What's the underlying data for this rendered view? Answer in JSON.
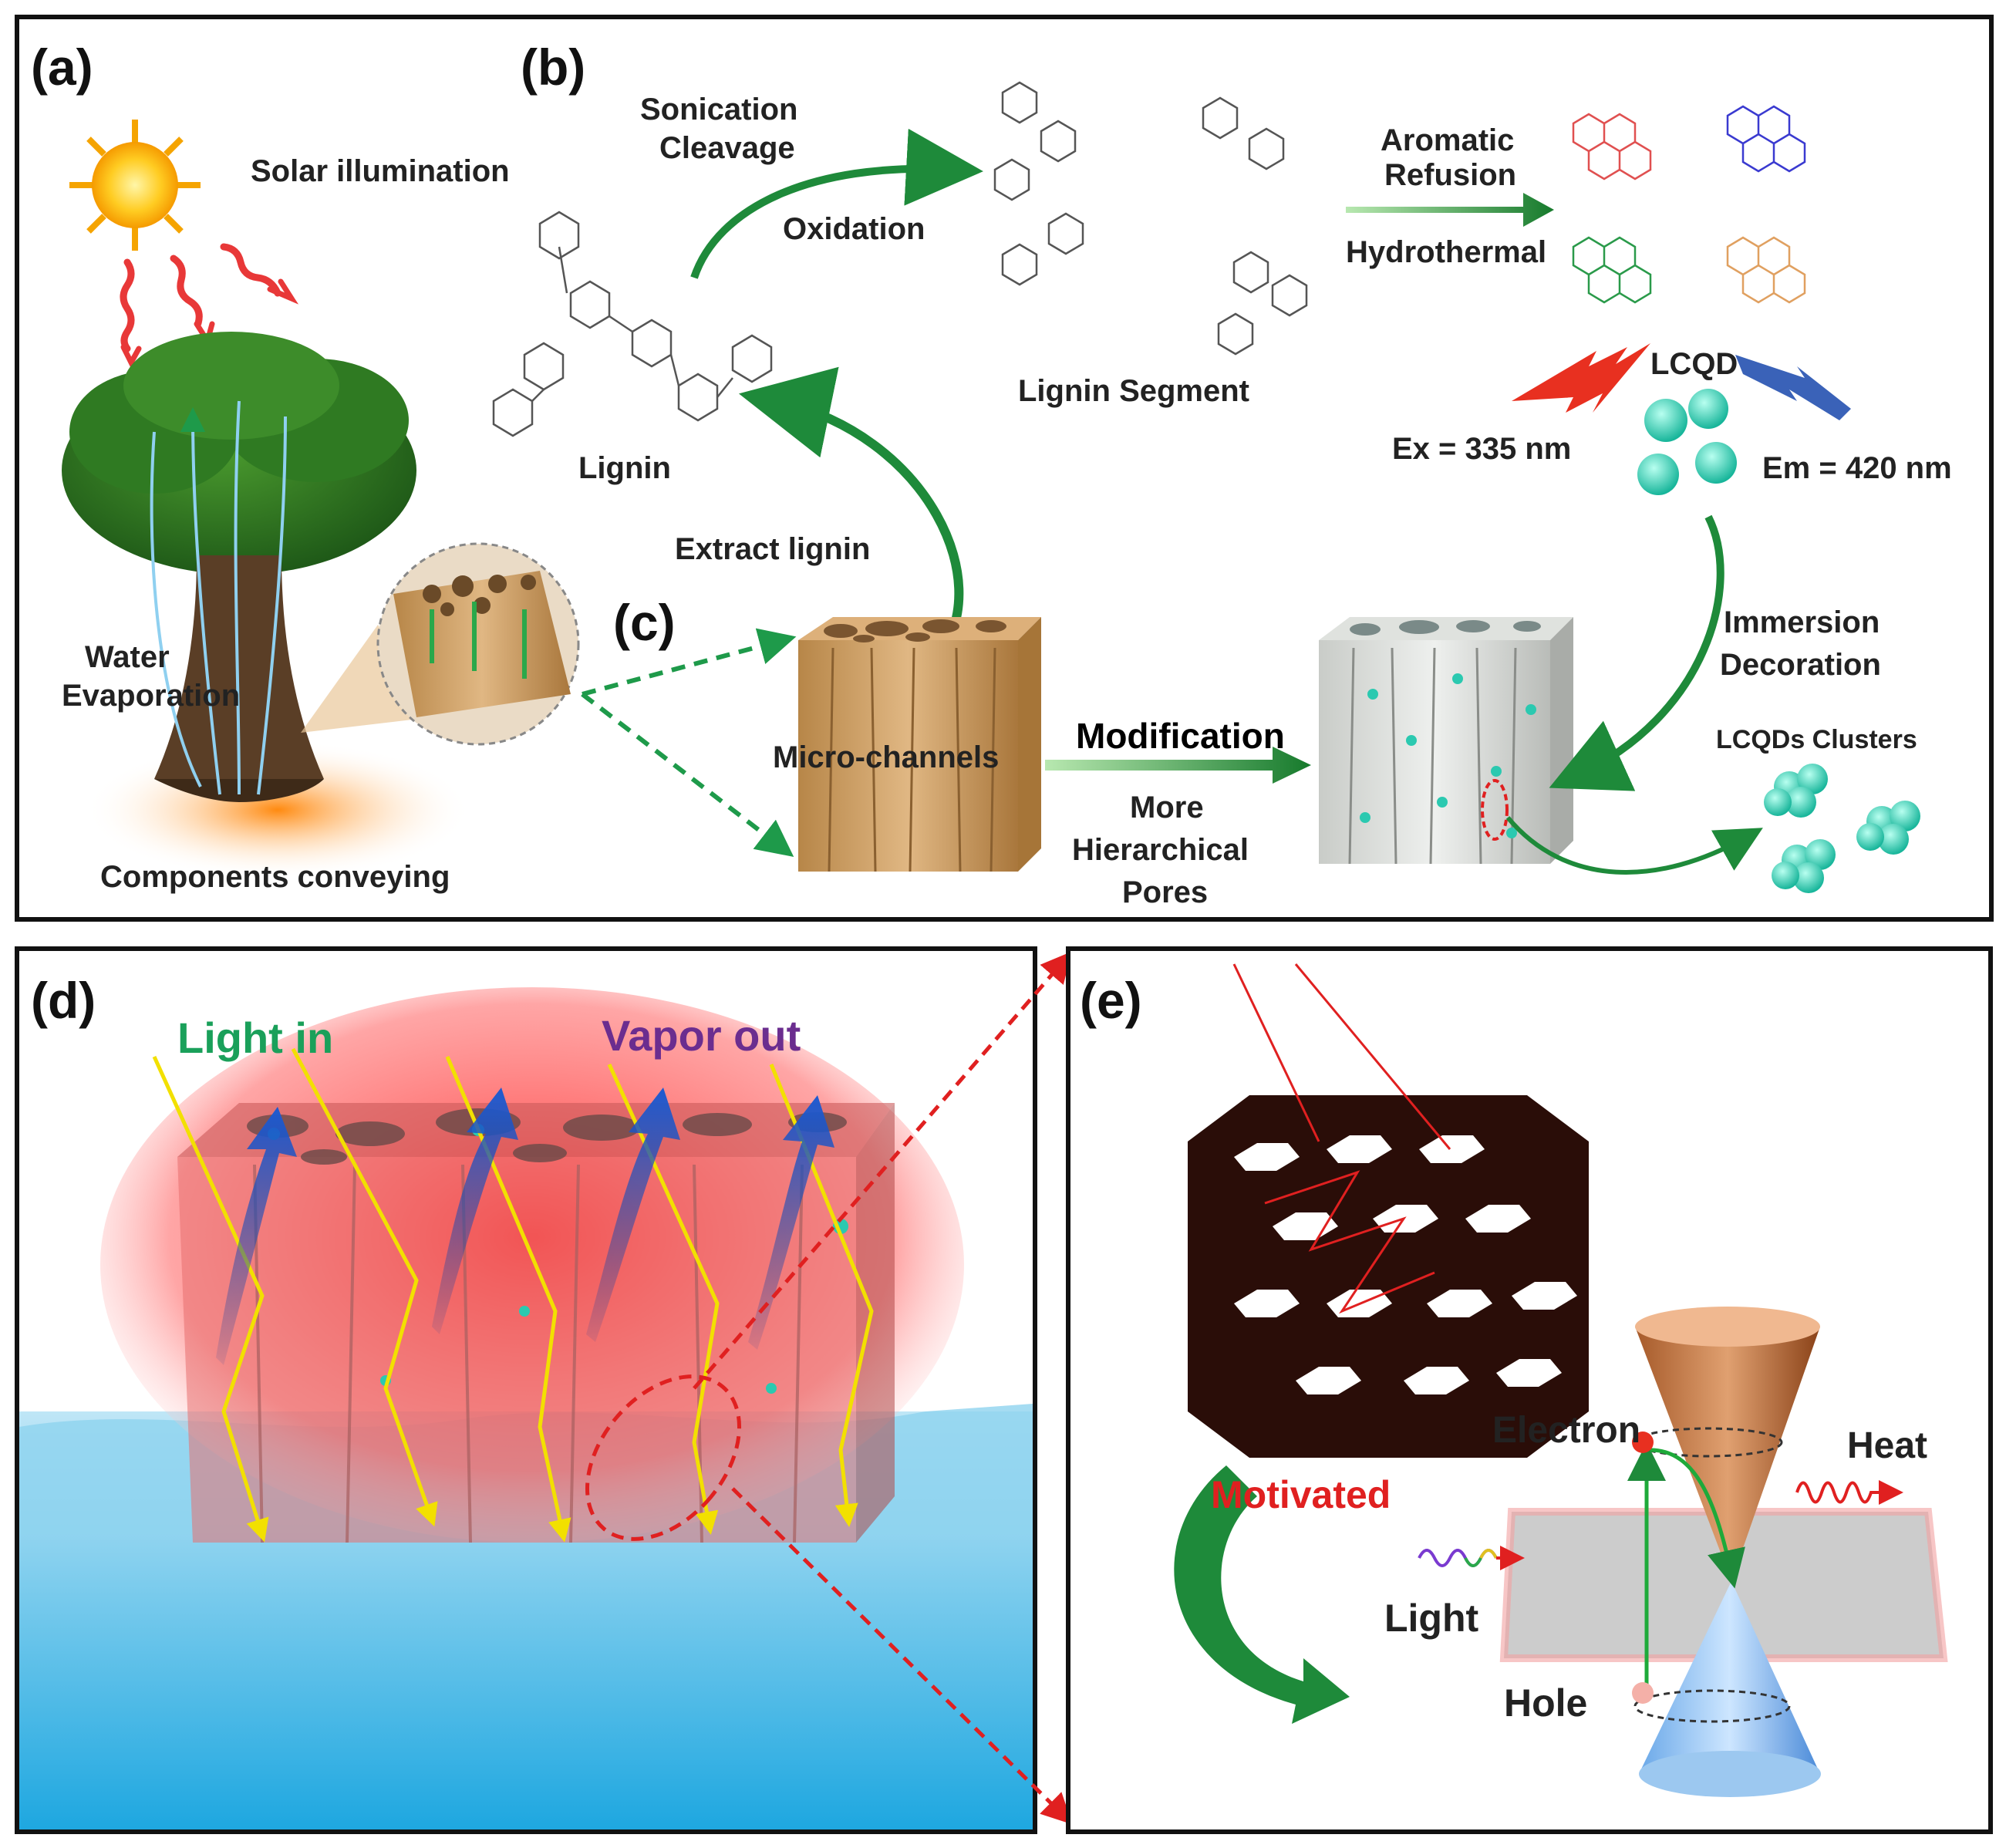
{
  "panels": {
    "a": "(a)",
    "b": "(b)",
    "c": "(c)",
    "d": "(d)",
    "e": "(e)"
  },
  "panel_a": {
    "solar": "Solar illumination",
    "water_evaporation_1": "Water",
    "water_evaporation_2": "Evaporation",
    "components": "Components conveying"
  },
  "panel_b": {
    "sonication_1": "Sonication",
    "sonication_2": "Cleavage",
    "oxidation": "Oxidation",
    "lignin": "Lignin",
    "lignin_segment": "Lignin Segment",
    "aromatic_1": "Aromatic",
    "aromatic_2": "Refusion",
    "hydrothermal": "Hydrothermal",
    "lcqd": "LCQD",
    "ex": "Ex = 335 nm",
    "em": "Em = 420 nm",
    "extract": "Extract lignin"
  },
  "panel_c": {
    "micro_channels": "Micro-channels",
    "modification": "Modification",
    "more_1": "More",
    "more_2": "Hierarchical",
    "more_3": "Pores",
    "immersion_1": "Immersion",
    "immersion_2": "Decoration",
    "clusters": "LCQDs Clusters"
  },
  "panel_d": {
    "light_in": "Light in",
    "vapor_out": "Vapor out"
  },
  "panel_e": {
    "electron": "Electron",
    "heat": "Heat",
    "motivated": "Motivated",
    "light": "Light",
    "hole": "Hole"
  },
  "colors": {
    "green_arrow": "#1e8a3a",
    "light_in": "#1aa05a",
    "vapor_out": "#6b2d8f",
    "motivated": "#e02020",
    "dashed_red": "#e02020",
    "qd": "#2bc9b0",
    "wood": "#c89a62"
  }
}
